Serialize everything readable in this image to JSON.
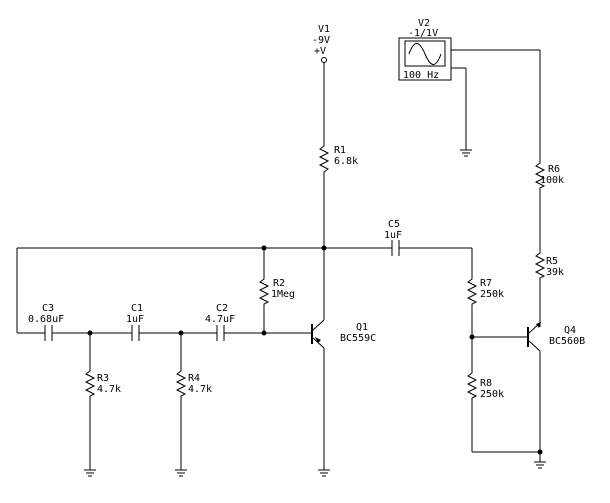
{
  "labels": {
    "v1_name": "V1",
    "v1_value": "-9V",
    "v1_pin": "+V",
    "v2_name": "V2",
    "v2_value": "-1/1V",
    "v2_freq": "100 Hz",
    "r1_name": "R1",
    "r1_value": "6.8k",
    "r2_name": "R2",
    "r2_value": "1Meg",
    "r3_name": "R3",
    "r3_value": "4.7k",
    "r4_name": "R4",
    "r4_value": "4.7k",
    "r5_name": "R5",
    "r5_value": "39k",
    "r6_name": "R6",
    "r6_value": "100k",
    "r7_name": "R7",
    "r7_value": "250k",
    "r8_name": "R8",
    "r8_value": "250k",
    "c1_name": "C1",
    "c1_value": "1uF",
    "c2_name": "C2",
    "c2_value": "4.7uF",
    "c3_name": "C3",
    "c3_value": "0.68uF",
    "c5_name": "C5",
    "c5_value": "1uF",
    "q1_name": "Q1",
    "q1_part": "BC559C",
    "q4_name": "Q4",
    "q4_part": "BC560B"
  }
}
